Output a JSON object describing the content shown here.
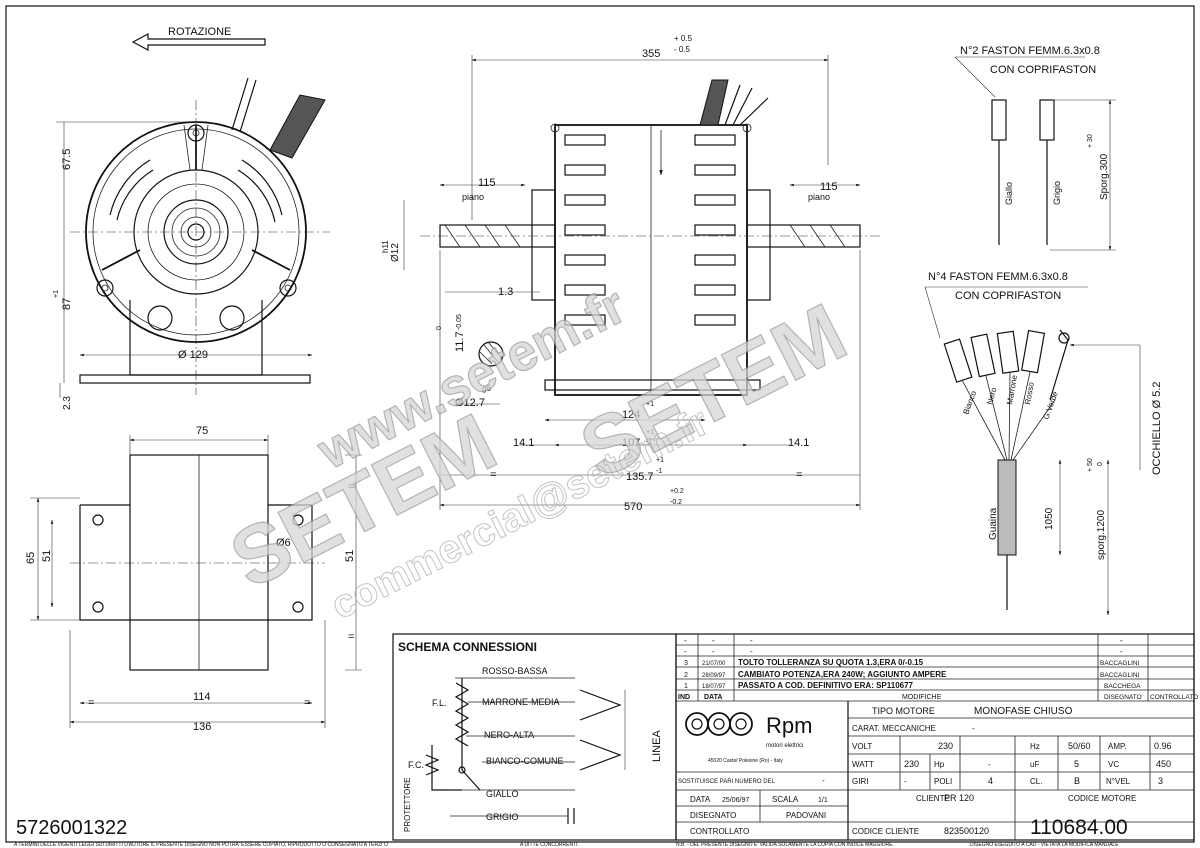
{
  "drawing": {
    "rotation_label": "ROTAZIONE",
    "part_number_left": "5726001322",
    "part_number_right": "110684.00"
  },
  "dimensions": {
    "overall_length": "355",
    "overall_length_tol_up": "+ 0.5",
    "overall_length_tol_dn": "- 0.5",
    "shaft_left": "115",
    "shaft_right": "115",
    "piano_left": "piano",
    "piano_right": "piano",
    "shaft_dia": "Ø12",
    "shaft_fit": "h11",
    "step": "1.3",
    "flat": "11.7",
    "flat_tol_up": "0",
    "flat_tol_dn": "-0.05",
    "hub_dia": "Ø12.7",
    "hub_fit": "g6",
    "len_124": "124",
    "len_124_tol": "+1",
    "len_107": "107",
    "len_107_tol_up": "+1",
    "len_107_tol_dn": "-1",
    "len_141_l": "14.1",
    "len_141_r": "14.1",
    "len_1357": "135.7",
    "len_1357_tol_up": "+1",
    "len_1357_tol_dn": "-1",
    "len_570": "570",
    "len_570_tol_up": "+0.2",
    "len_570_tol_dn": "-0.2",
    "eq": "=",
    "h_675": "67.5",
    "h_87": "87",
    "h_87_tol": "+1",
    "h_23": "2.3",
    "dia_129": "Ø 129",
    "base_75": "75",
    "base_114": "114",
    "base_136": "136",
    "base_65": "65",
    "base_51_l": "51",
    "base_51_r": "51",
    "hole_6": "Ø6"
  },
  "connectors": {
    "faston2_title": "N°2 FASTON FEMM.6.3x0.8",
    "faston2_sub": "CON COPRIFASTON",
    "faston4_title": "N°4 FASTON FEMM.6.3x0.8",
    "faston4_sub": "CON COPRIFASTON",
    "wire_giallo": "Giallo",
    "wire_grigio": "Grigio",
    "sporg_300": "Sporg.300",
    "sporg_300_tol": "+ 30",
    "wire_bianco": "Bianco",
    "wire_nero": "Nero",
    "wire_marrone": "Marrone",
    "wire_rosso": "Rosso",
    "wire_gverde": "G.Verde",
    "occhiello": "OCCHIELLO Ø 5.2",
    "guaina": "Guaina",
    "len_1050": "1050",
    "sporg_1200": "sporg.1200",
    "sporg_1200_tol_up": "+ 50",
    "sporg_1200_tol_dn": "0"
  },
  "schema": {
    "title": "SCHEMA CONNESSIONI",
    "rosso": "ROSSO-BASSA",
    "marrone": "MARRONE-MEDIA",
    "nero": "NERO-ALTA",
    "bianco": "BIANCO-COMUNE",
    "giallo": "GIALLO",
    "grigio": "GRIGIO",
    "fl": "F.L.",
    "fc": "F.C.",
    "protettore": "PROTETTORE",
    "linea": "LINEA"
  },
  "revisions": {
    "rows": [
      {
        "ind": "-",
        "data": "-",
        "text": "-",
        "by": "-"
      },
      {
        "ind": "-",
        "data": "-",
        "text": "-",
        "by": "-"
      },
      {
        "ind": "3",
        "data": "21/07/00",
        "text": "TOLTO TOLLERANZA SU QUOTA 1.3,ERA 0/-0.15",
        "by": "BACCAGLINI"
      },
      {
        "ind": "2",
        "data": "28/09/97",
        "text": "CAMBIATO POTENZA,ERA 240W; AGGIUNTO AMPERE",
        "by": "BACCAGLINI"
      },
      {
        "ind": "1",
        "data": "18/07/97",
        "text": "PASSATO A COD. DEFINITIVO ERA: SP110677",
        "by": "BACCHEGA"
      }
    ],
    "hdr_ind": "IND",
    "hdr_data": "DATA",
    "hdr_mod": "MODIFICHE",
    "hdr_dis": "DISEGNATO",
    "hdr_ctrl": "CONTROLLATO"
  },
  "titleblock": {
    "logo": "Rpm",
    "logo_sub": "motori elettrici",
    "logo_addr": "45020 Castel Polesine (Ro) - Italy",
    "tipo_motore_lbl": "TIPO MOTORE",
    "tipo_motore_val": "MONOFASE CHIUSO",
    "carat_lbl": "CARAT. MECCANICHE",
    "carat_val": "-",
    "volt_lbl": "VOLT",
    "volt_val": "230",
    "hz_lbl": "Hz",
    "hz_val": "50/60",
    "amp_lbl": "AMP.",
    "amp_val": "0.96",
    "watt_lbl": "WATT",
    "watt_val": "230",
    "hp_lbl": "Hp",
    "hp_val": "-",
    "uf_lbl": "uF",
    "uf_val": "5",
    "vc_lbl": "VC",
    "vc_val": "450",
    "giri_lbl": "GIRI",
    "giri_val": "-",
    "poli_lbl": "POLI",
    "poli_val": "4",
    "cl_lbl": "CL.",
    "cl_val": "B",
    "nvel_lbl": "N°VEL",
    "nvel_val": "3",
    "sostituisce_lbl": "SOSTITUISCE PARI NUMERO DEL",
    "sostituisce_val": "-",
    "data_lbl": "DATA",
    "data_val": "25/06/97",
    "scala_lbl": "SCALA",
    "scala_val": "1/1",
    "cliente_lbl": "CLIENTE",
    "cliente_val": "PR 120",
    "codice_motore_lbl": "CODICE MOTORE",
    "disegnato_lbl": "DISEGNATO",
    "disegnato_val": "PADOVANI",
    "controllato_lbl": "CONTROLLATO",
    "codice_cliente_lbl": "CODICE CLIENTE",
    "codice_cliente_val": "823500120"
  },
  "footer": {
    "f1": "A TERMINI DELLE VIGENTI LEGGI SUI DIRITTI D'AUTORE IL PRESENTE DISEGNO NON POTRA' ESSERE COPIATO, RIPRODOTTO O CONSEGNATO A TERZI O",
    "f2": "A DITTE CONCORRENTI.",
    "f3": "N.B. - DEL PRESENTE DISEGNO E' VALIDA SOLAMENTE LA COPIA CON INDICE MAGGIORE.",
    "f4": "DISEGNO ESEGUITO A CAD - VIETATA LA MODIFICA MANUALE"
  },
  "watermark": {
    "w1": "www.setem.fr",
    "w2": "SETEM",
    "w3": "SETEM",
    "w4": "commercial@setem.fr"
  }
}
